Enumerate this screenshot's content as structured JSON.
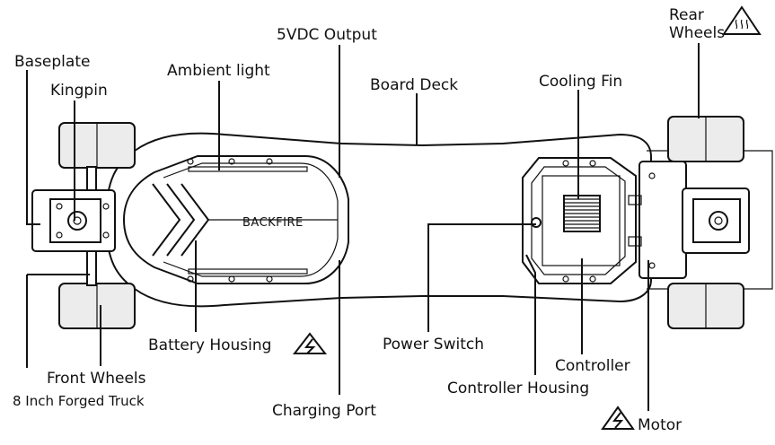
{
  "labels": {
    "rear_wheels_line1": "Rear",
    "rear_wheels_line2": "Wheels",
    "output": "5VDC Output",
    "baseplate": "Baseplate",
    "kingpin": "Kingpin",
    "ambient_light": "Ambient light",
    "board_deck": "Board Deck",
    "cooling_fin": "Cooling Fin",
    "battery_housing": "Battery Housing",
    "power_switch": "Power Switch",
    "controller": "Controller",
    "front_wheels": "Front Wheels",
    "truck": "8 Inch Forged Truck",
    "controller_housing": "Controller Housing",
    "charging_port": "Charging Port",
    "motor": "Motor",
    "brand": "BACKFIRE"
  },
  "warning_icons": [
    "electric-hazard-icon",
    "hot-surface-hazard-icon"
  ],
  "colors": {
    "line": "#111111",
    "wheel_fill": "#ececec",
    "background": "#ffffff"
  }
}
